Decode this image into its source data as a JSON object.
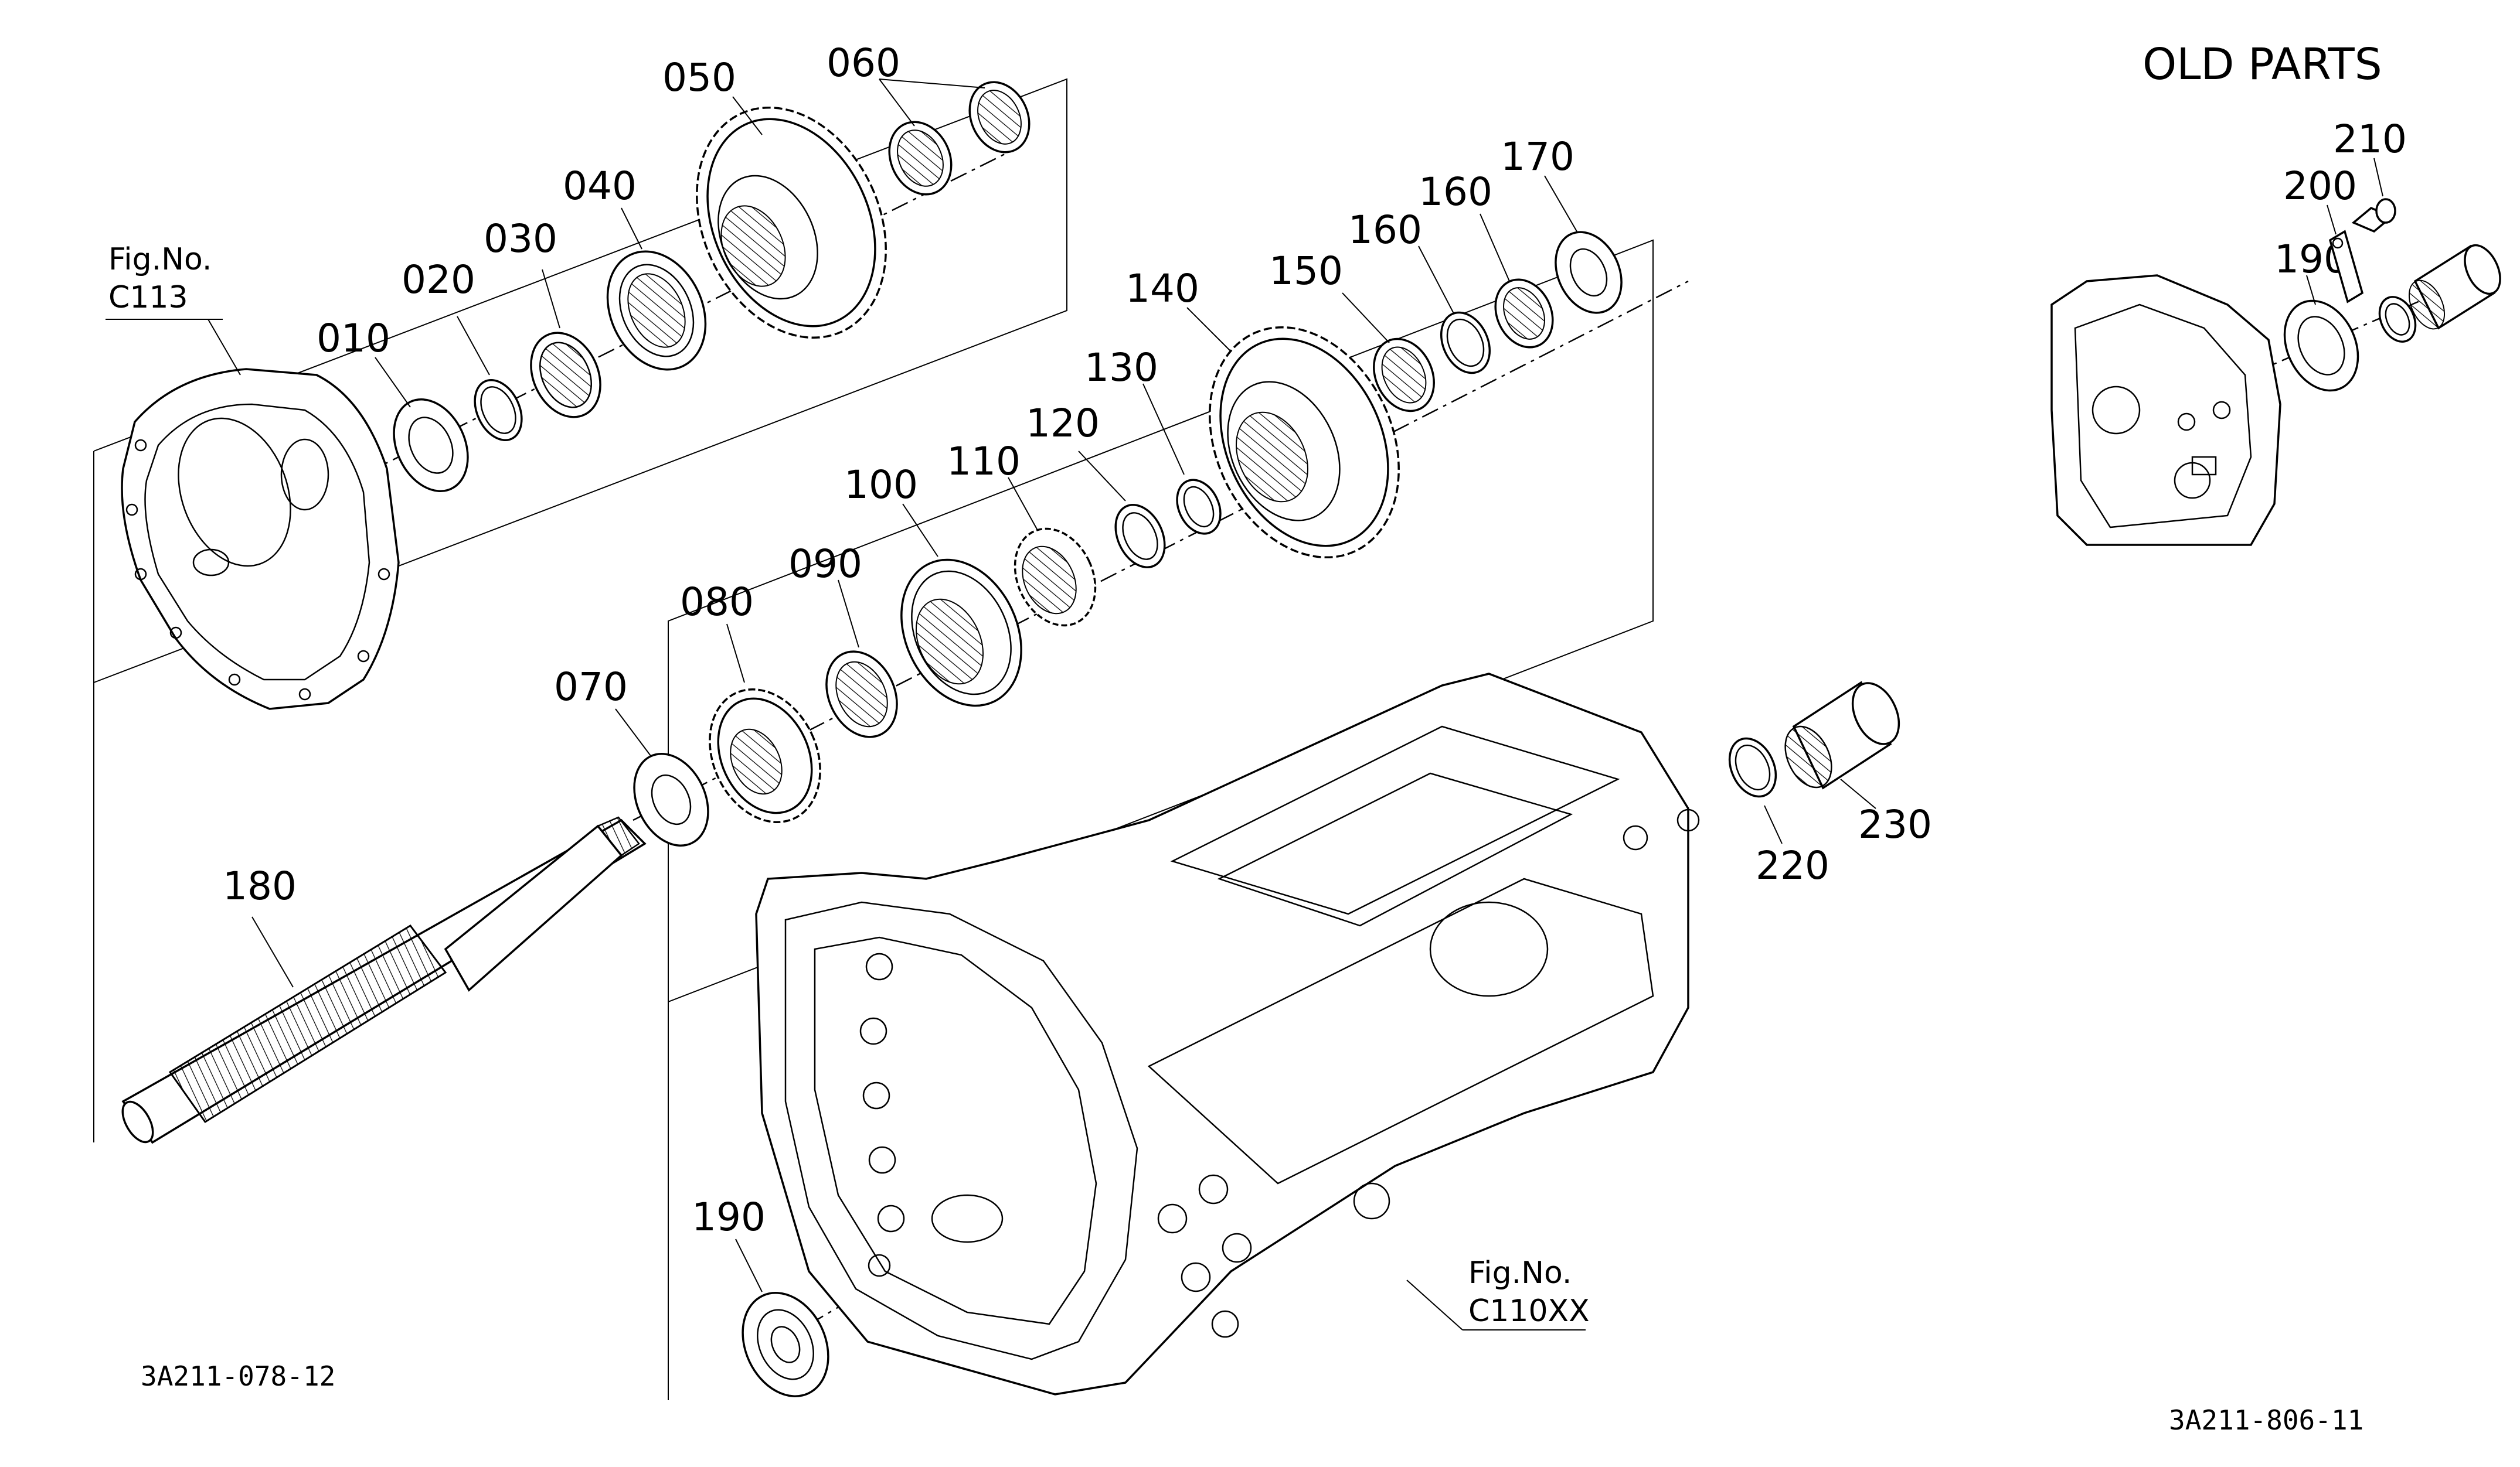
{
  "header": {
    "title": "OLD PARTS"
  },
  "footer": {
    "code_left": "3A211-078-12",
    "code_right": "3A211-806-11"
  },
  "references": {
    "c113": {
      "prefix": "Fig.No.",
      "value": "C113"
    },
    "c110xx": {
      "prefix": "Fig.No.",
      "value": "C110XX"
    }
  },
  "parts": [
    "010",
    "020",
    "030",
    "040",
    "050",
    "060",
    "070",
    "080",
    "090",
    "100",
    "110",
    "120",
    "130",
    "140",
    "150",
    "160",
    "160",
    "170",
    "180",
    "190",
    "190",
    "200",
    "210",
    "220",
    "230"
  ]
}
